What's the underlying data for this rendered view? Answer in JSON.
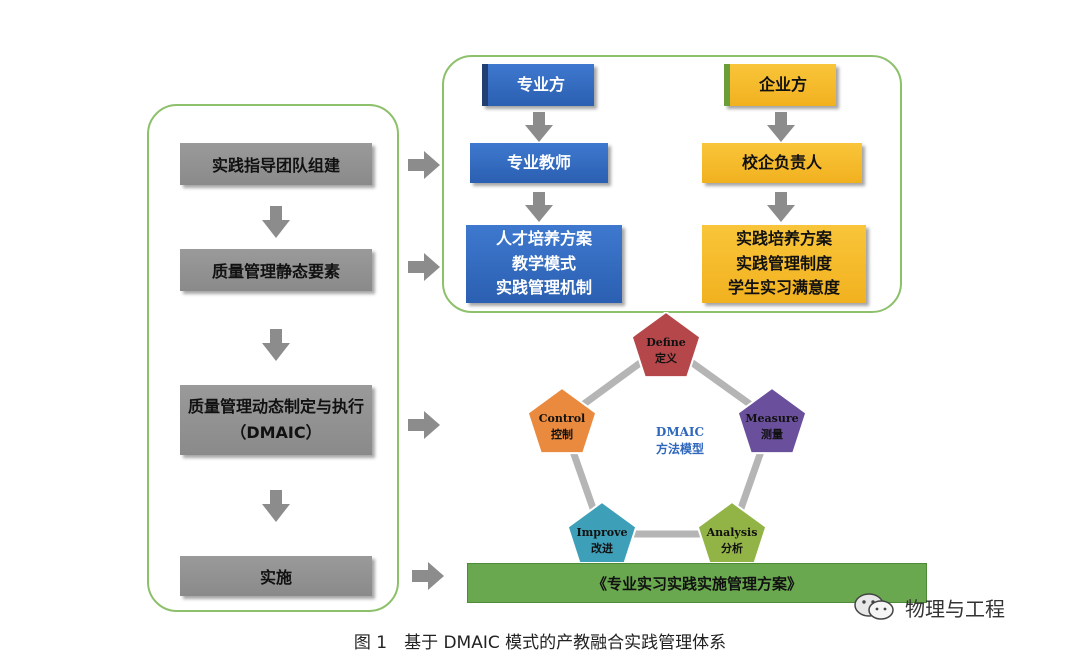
{
  "left_steps": [
    "实践指导团队组建",
    "质量管理静态要素",
    "质量管理动态制定与执行",
    "（DMAIC）",
    "实施"
  ],
  "professional": {
    "header": "专业方",
    "role": "专业教师",
    "items": [
      "人才培养方案",
      "教学模式",
      "实践管理机制"
    ]
  },
  "enterprise": {
    "header": "企业方",
    "role": "校企负责人",
    "items": [
      "实践培养方案",
      "实践管理制度",
      "学生实习满意度"
    ]
  },
  "dmaic": {
    "center_line1": "DMAIC",
    "center_line2": "方法模型",
    "nodes": [
      {
        "en": "Define",
        "cn": "定义",
        "color": "#b5474b"
      },
      {
        "en": "Measure",
        "cn": "测量",
        "color": "#6a4f9c"
      },
      {
        "en": "Analysis",
        "cn": "分析",
        "color": "#92b346"
      },
      {
        "en": "Improve",
        "cn": "改进",
        "color": "#3e9fb8"
      },
      {
        "en": "Control",
        "cn": "控制",
        "color": "#ea8a3f"
      }
    ]
  },
  "plan_label": "《专业实习实践实施管理方案》",
  "caption": "图 1　基于 DMAIC 模式的产教融合实践管理体系",
  "watermark": "物理与工程",
  "colors": {
    "outline": "#8dc06b",
    "blue": "#2f67bd",
    "yellow": "#f5b92b",
    "gray": "#929292",
    "plan": "#6aa84f"
  }
}
